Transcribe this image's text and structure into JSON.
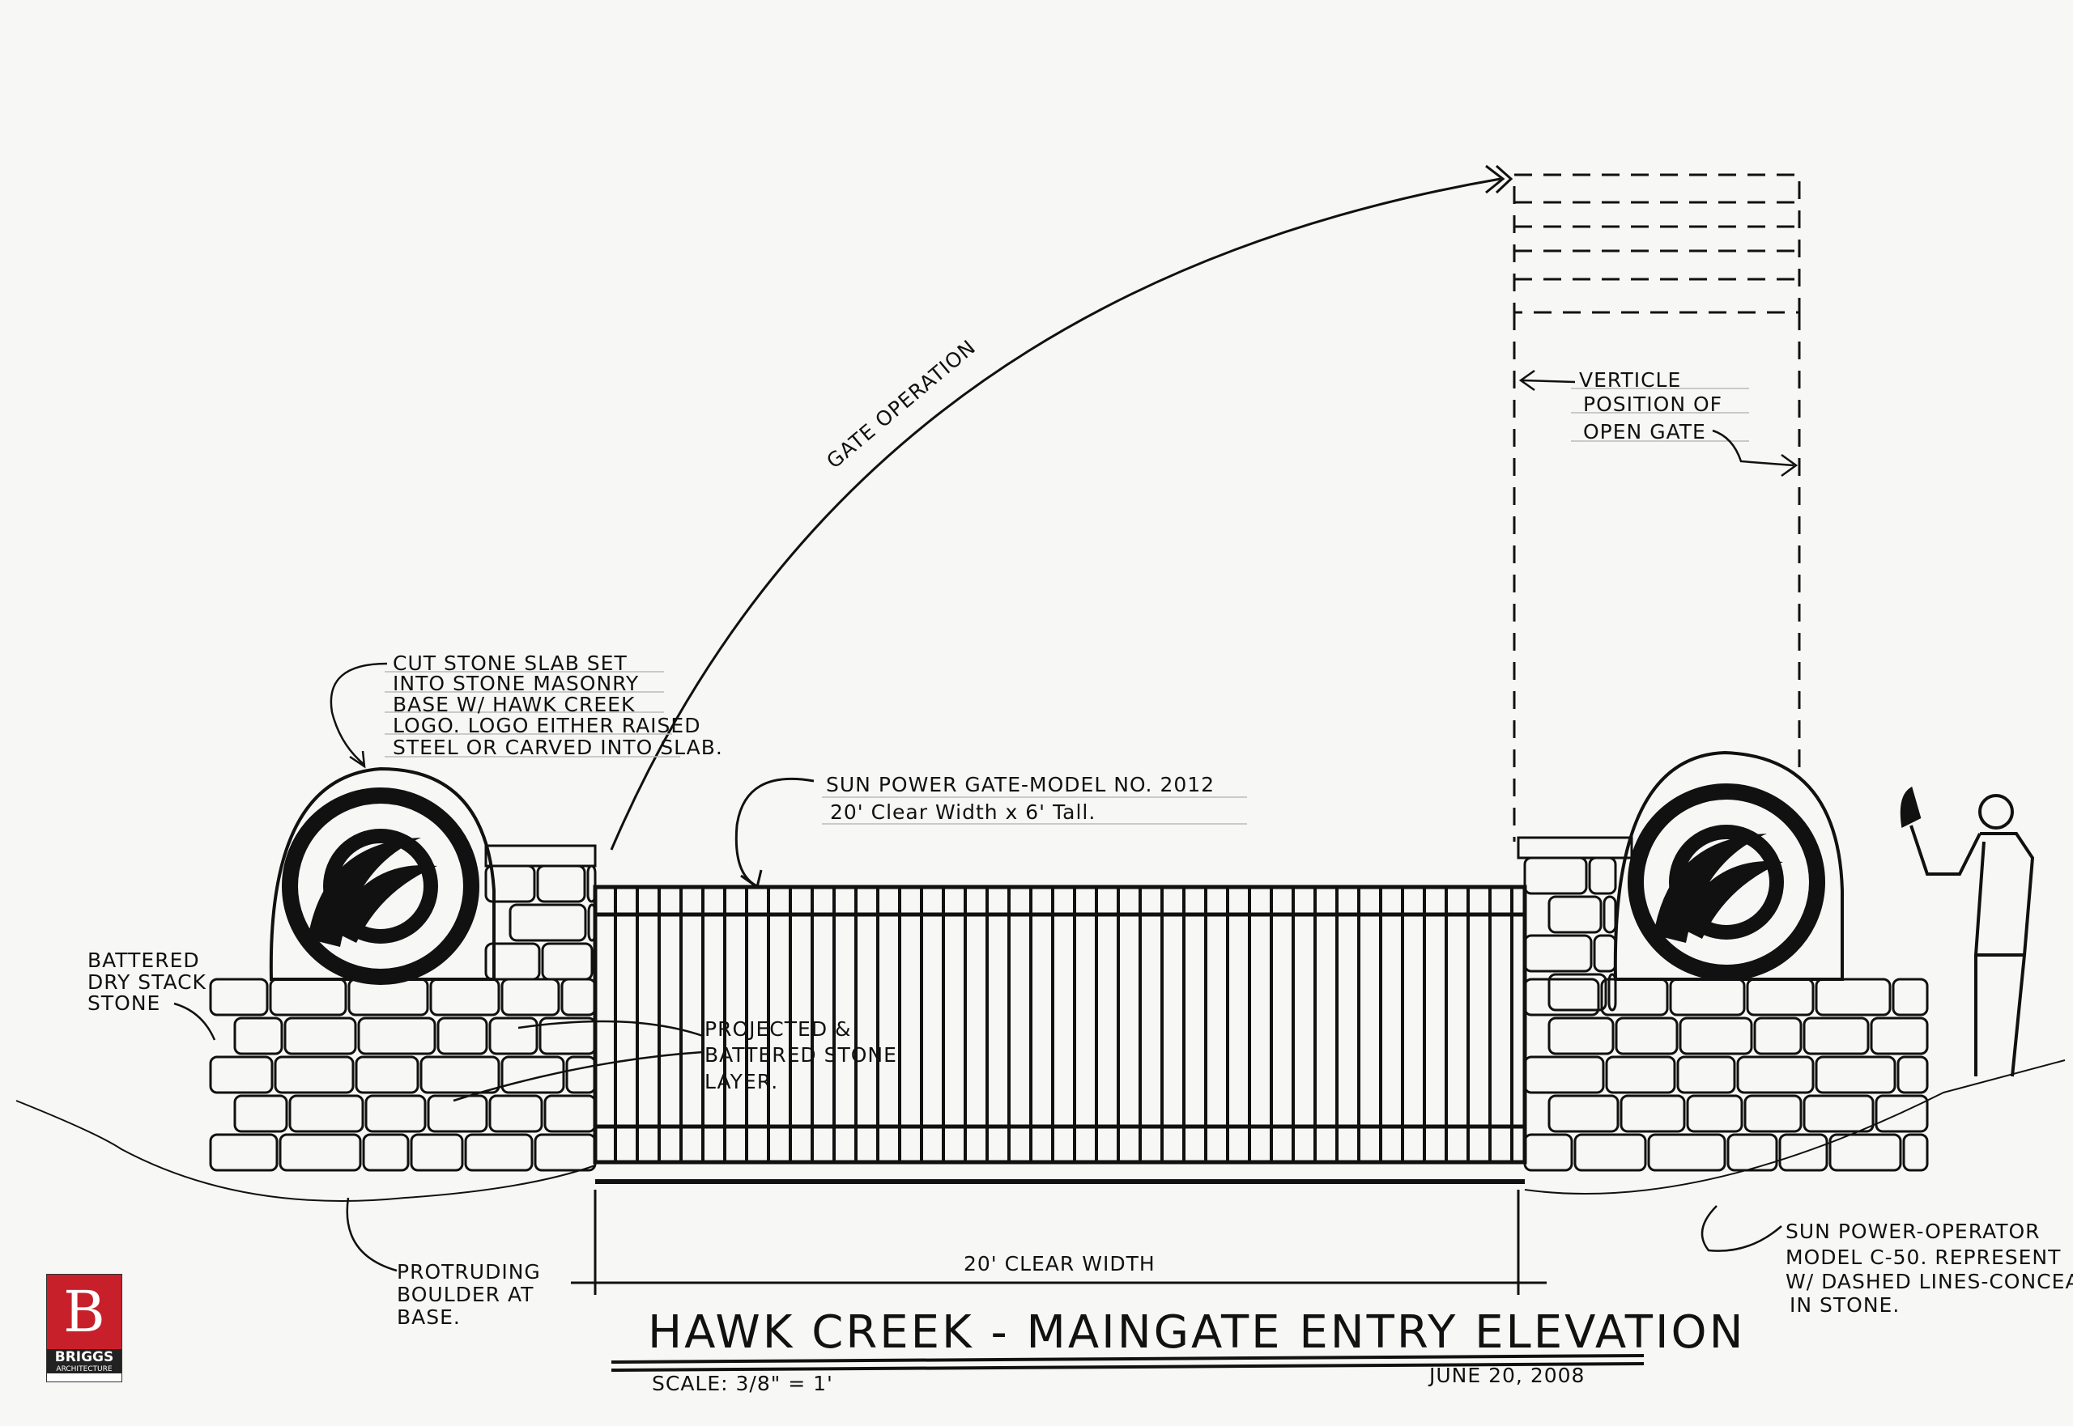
{
  "drawing": {
    "title": "HAWK CREEK - MAINGATE ENTRY ELEVATION",
    "scale": "SCALE: 3/8\" = 1'",
    "date": "JUNE 20, 2008"
  },
  "annotations": {
    "gate_operation": "GATE OPERATION",
    "vertical_position": [
      "VERTICLE",
      "POSITION OF",
      "OPEN GATE"
    ],
    "cut_stone": [
      "CUT STONE SLAB SET",
      "INTO STONE MASONRY",
      "BASE W/ HAWK CREEK",
      "LOGO. LOGO EITHER RAISED",
      "STEEL OR CARVED INTO SLAB."
    ],
    "gate_model": [
      "SUN POWER GATE-MODEL NO. 2012",
      "20' Clear Width x 6' Tall."
    ],
    "battered": [
      "BATTERED",
      "DRY STACK",
      "STONE"
    ],
    "projected": [
      "PROJECTED &",
      "BATTERED STONE",
      "LAYER."
    ],
    "boulder": [
      "PROTRUDING",
      "BOULDER AT",
      "BASE."
    ],
    "operator": [
      "SUN POWER-OPERATOR",
      "MODEL C-50. REPRESENT",
      "W/ DASHED LINES-CONCEA",
      "IN STONE."
    ],
    "clear_width": "20' CLEAR WIDTH"
  },
  "logo": {
    "mark": "B",
    "name": "BRIGGS",
    "sub": "ARCHITECTURE",
    "color": "#c8202a"
  }
}
